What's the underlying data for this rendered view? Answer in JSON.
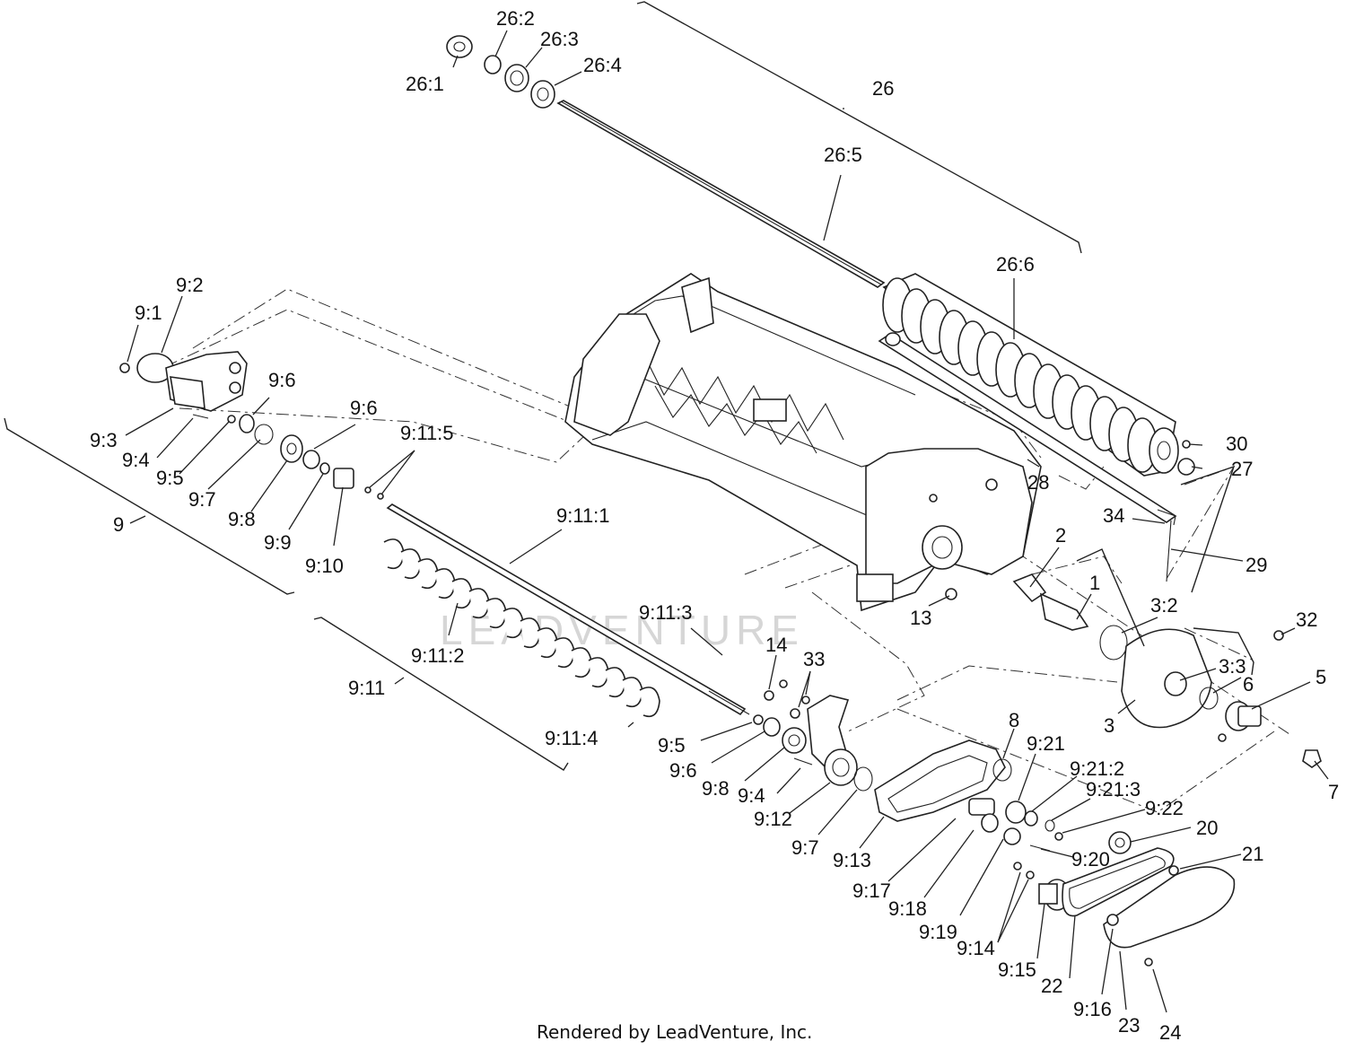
{
  "watermark": "LEADVENTURE",
  "footer": {
    "credit": "Rendered by LeadVenture, Inc."
  },
  "labels": {
    "l26_1": "26:1",
    "l26_2": "26:2",
    "l26_3": "26:3",
    "l26_4": "26:4",
    "l26": "26",
    "l26_5": "26:5",
    "l26_6": "26:6",
    "l9_1": "9:1",
    "l9_2": "9:2",
    "l9_3": "9:3",
    "l9_4a": "9:4",
    "l9_5a": "9:5",
    "l9_6a": "9:6",
    "l9_6b": "9:6",
    "l9_7a": "9:7",
    "l9_8a": "9:8",
    "l9_9": "9:9",
    "l9_10": "9:10",
    "l9_11_5": "9:11:5",
    "l9": "9",
    "l9_11_1": "9:11:1",
    "l9_11_3": "9:11:3",
    "l9_11_2": "9:11:2",
    "l9_11": "9:11",
    "l9_11_4": "9:11:4",
    "l30": "30",
    "l27": "27",
    "l28": "28",
    "l34": "34",
    "l29": "29",
    "l2": "2",
    "l1": "1",
    "l13": "13",
    "l3_2": "3:2",
    "l32": "32",
    "l3_3": "3:3",
    "l6": "6",
    "l5": "5",
    "l3": "3",
    "l7": "7",
    "l14a": "14",
    "l33": "33",
    "l8": "8",
    "l9_21": "9:21",
    "l9_21_2": "9:21:2",
    "l9_21_3": "9:21:3",
    "l9_22": "9:22",
    "l20": "20",
    "l21": "21",
    "l9_5b": "9:5",
    "l9_6c": "9:6",
    "l9_8b": "9:8",
    "l9_4b": "9:4",
    "l9_12": "9:12",
    "l9_7b": "9:7",
    "l9_13": "9:13",
    "l9_17": "9:17",
    "l9_18": "9:18",
    "l9_19": "9:19",
    "l9_20": "9:20",
    "l9_14b": "9:14",
    "l9_15": "9:15",
    "l22": "22",
    "l9_16": "9:16",
    "l23": "23",
    "l24": "24"
  }
}
